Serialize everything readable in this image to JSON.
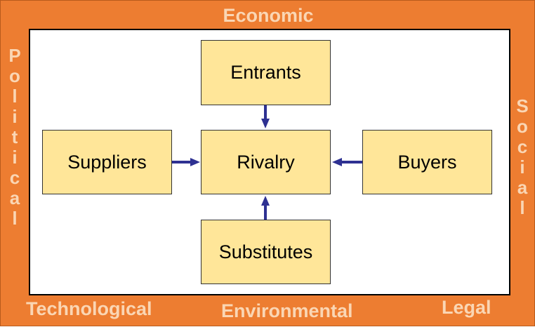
{
  "forces": {
    "center": "Rivalry",
    "top": "Entrants",
    "bottom": "Substitutes",
    "left": "Suppliers",
    "right": "Buyers"
  },
  "environment": {
    "top": "Economic",
    "left": [
      "P",
      "o",
      "l",
      "i",
      "t",
      "i",
      "c",
      "a",
      "l"
    ],
    "right": [
      "S",
      "o",
      "c",
      "i",
      "a",
      "l"
    ],
    "bottom_left": "Technological",
    "bottom_center": "Environmental",
    "bottom_right": "Legal"
  },
  "colors": {
    "frame": "#ED7D31",
    "frame_text": "#FAD6B4",
    "box_fill": "#FFE699",
    "arrow": "#2E3192"
  }
}
